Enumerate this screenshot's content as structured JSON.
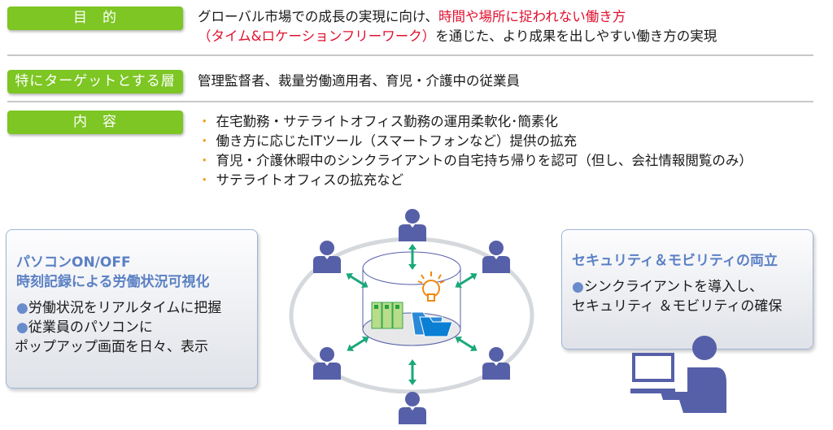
{
  "rows": {
    "purpose": {
      "label": "目　的",
      "line1_black": "グローバル市場での成長の実現に向け、",
      "line1_red": "時間や場所に捉われない働き方",
      "line2_red": "（タイム&ロケーションフリーワーク）",
      "line2_black": "を通じた、より成果を出しやすい働き方の実現"
    },
    "target": {
      "label": "特にターゲットとする層",
      "text": "管理監督者、裁量労働適用者、育児・介護中の従業員"
    },
    "content": {
      "label": "内　容",
      "bullet": "・",
      "items": [
        "在宅勤務・サテライトオフィス勤務の運用柔軟化･簡素化",
        "働き方に応じたITツール（スマートフォンなど）提供の拡充",
        "育児・介護休暇中のシンクライアントの自宅持ち帰りを認可（但し、会社情報閲覧のみ）",
        "サテライトオフィスの拡充など"
      ]
    }
  },
  "left_box": {
    "title1": "パソコンON/OFF",
    "title2": "時刻記録による労働状況可視化",
    "bullet": "●",
    "item1": "労働状況をリアルタイムに把握",
    "item2a": "従業員のパソコンに",
    "item2b": "ポップアップ画面を日々、表示"
  },
  "right_box": {
    "title": "セキュリティ＆モビリティの両立",
    "bullet": "●",
    "item1": "シンクライアントを導入し、",
    "item2": "セキュリティ ＆モビリティの確保"
  },
  "colors": {
    "label_green": "#7dc623",
    "accent_red": "#e0102e",
    "person": "#5660a8",
    "arrow": "#1aa87a",
    "box_title": "#5b80c4"
  }
}
